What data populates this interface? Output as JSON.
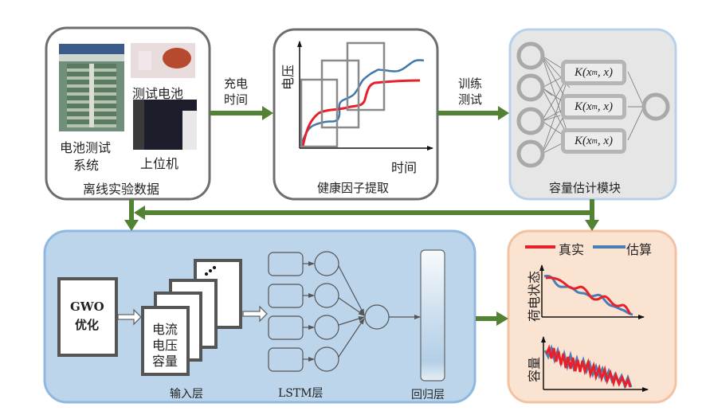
{
  "colors": {
    "arrow_green": "#548235",
    "panel_gray_border": "#6e6e6e",
    "capacity_panel_fill": "#e6e6e6",
    "capacity_panel_border": "#b8d1ea",
    "lstm_panel_fill": "#bdd5eb",
    "lstm_panel_border": "#8fb8e0",
    "result_panel_fill": "#fbe3d2",
    "result_panel_border": "#f2c2a2",
    "true_line": "#e8202a",
    "estimate_line": "#4a7fb5"
  },
  "offline_data": {
    "title": "离线实验数据",
    "battery_test_system": [
      "电池测试",
      "系统"
    ],
    "test_battery": "测试电池",
    "host_computer": "上位机"
  },
  "arrow_labels": {
    "charge_time": [
      "充电",
      "时间"
    ],
    "train_test": [
      "训练",
      "测试"
    ]
  },
  "health_factor": {
    "title": "健康因子提取",
    "y_axis": "电压",
    "x_axis": "时间"
  },
  "capacity_module": {
    "title": "容量估计模块",
    "kernel_label": "K(xₘ, x)",
    "kernels": [
      "K(x",
      "K(x",
      "K(x"
    ],
    "kernel_sub": "m",
    "kernel_tail": ", x)"
  },
  "model": {
    "gwo_label": [
      "GWO",
      "优化"
    ],
    "input_features": [
      "电流",
      "电压",
      "容量"
    ],
    "input_layer_label": "输入层",
    "lstm_layer_label": "LSTM层",
    "regression_layer_label": "回归层"
  },
  "results": {
    "legend_true": "真实",
    "legend_estimate": "估算",
    "soc_axis": "荷电状态",
    "capacity_axis": "容量"
  }
}
